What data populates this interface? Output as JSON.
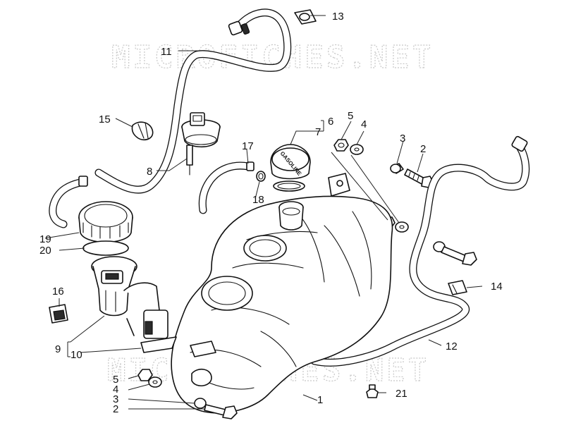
{
  "watermarks": [
    "MICROFICHES.NET",
    "MICROFICHES.NET"
  ],
  "cap_label": "GASOLINE",
  "callouts": {
    "c1": "1",
    "c2_top": "2",
    "c2_bottom": "2",
    "c3_top": "3",
    "c3_bottom": "3",
    "c4_top": "4",
    "c4_bottom": "4",
    "c5_top": "5",
    "c5_bottom": "5",
    "c6": "6",
    "c7": "7",
    "c8": "8",
    "c9": "9",
    "c10": "10",
    "c11": "11",
    "c12": "12",
    "c13": "13",
    "c14": "14",
    "c15": "15",
    "c16": "16",
    "c17": "17",
    "c18": "18",
    "c19": "19",
    "c20": "20",
    "c21": "21"
  }
}
